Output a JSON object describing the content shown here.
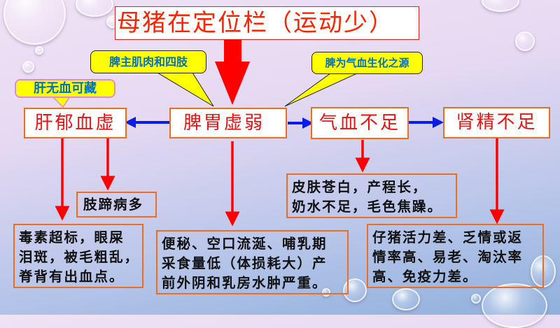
{
  "title": "母猪在定位栏（运动少）",
  "center_node": "脾胃虚弱",
  "nodes": {
    "liver": "肝郁血虚",
    "qi_blood": "气血不足",
    "kidney": "肾精不足"
  },
  "callouts": {
    "spleen_muscle": "脾主肌肉和四肢",
    "spleen_source": "脾为气血生化之源",
    "liver_blood": "肝无血可藏"
  },
  "effects": {
    "hoof": "肢蹄病多",
    "toxin": [
      "毒素超标，眼屎",
      "泪斑，被毛粗乱，",
      "脊背有出血点。"
    ],
    "digestive": [
      "便秘、空口流涎、哺乳期",
      "采食量低（体损耗大）产",
      "前外阴和乳房水肿严重。"
    ],
    "skin": [
      "皮肤苍白，产程长，",
      "奶水不足，毛色焦躁。"
    ],
    "piglet": [
      "仔猪活力差、乏情或返",
      "情率高、易老、淘汰率",
      "高、免疫力差。"
    ]
  },
  "colors": {
    "title_text": "#ff2200",
    "node_text": "#ee1111",
    "node_border": "#f06d1e",
    "callout_fill": "#ffff00",
    "callout_text": "#0070c0",
    "red_arrow": "#ff0000",
    "blue_arrow": "#0a1ee6"
  }
}
